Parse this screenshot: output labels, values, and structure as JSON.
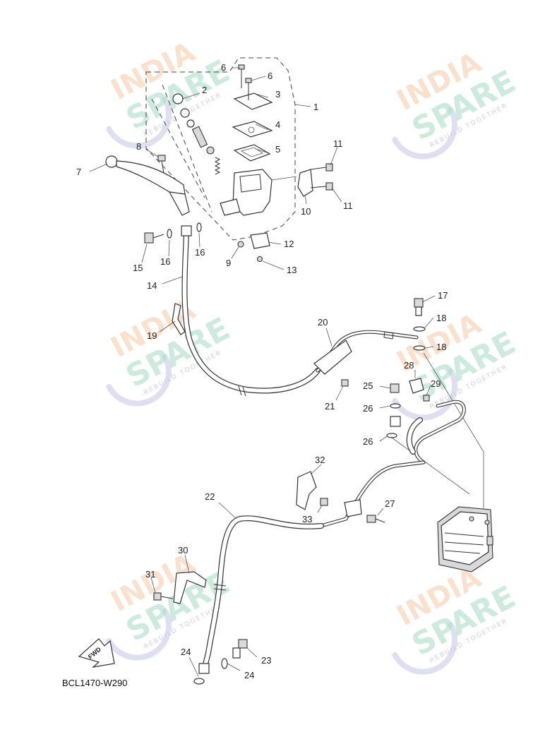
{
  "diagram": {
    "drawing_code": "BCL1470-W290",
    "direction_label": "FWD",
    "watermark": {
      "line1": "INDIA",
      "line2": "SPARE",
      "tagline": "REBUILD TOGETHER"
    },
    "callouts": [
      {
        "id": "c1",
        "text": "1"
      },
      {
        "id": "c2",
        "text": "2"
      },
      {
        "id": "c3",
        "text": "3"
      },
      {
        "id": "c4",
        "text": "4"
      },
      {
        "id": "c5",
        "text": "5"
      },
      {
        "id": "c6a",
        "text": "6"
      },
      {
        "id": "c6b",
        "text": "6"
      },
      {
        "id": "c7",
        "text": "7"
      },
      {
        "id": "c8",
        "text": "8"
      },
      {
        "id": "c9",
        "text": "9"
      },
      {
        "id": "c10",
        "text": "10"
      },
      {
        "id": "c11a",
        "text": "11"
      },
      {
        "id": "c11b",
        "text": "11"
      },
      {
        "id": "c12",
        "text": "12"
      },
      {
        "id": "c13",
        "text": "13"
      },
      {
        "id": "c14",
        "text": "14"
      },
      {
        "id": "c15",
        "text": "15"
      },
      {
        "id": "c16a",
        "text": "16"
      },
      {
        "id": "c16b",
        "text": "16"
      },
      {
        "id": "c17",
        "text": "17"
      },
      {
        "id": "c18a",
        "text": "18"
      },
      {
        "id": "c18b",
        "text": "18"
      },
      {
        "id": "c19",
        "text": "19"
      },
      {
        "id": "c20",
        "text": "20"
      },
      {
        "id": "c21",
        "text": "21"
      },
      {
        "id": "c22",
        "text": "22"
      },
      {
        "id": "c23",
        "text": "23"
      },
      {
        "id": "c24a",
        "text": "24"
      },
      {
        "id": "c24b",
        "text": "24"
      },
      {
        "id": "c25",
        "text": "25"
      },
      {
        "id": "c26a",
        "text": "26"
      },
      {
        "id": "c26b",
        "text": "26"
      },
      {
        "id": "c27",
        "text": "27"
      },
      {
        "id": "c28",
        "text": "28"
      },
      {
        "id": "c29",
        "text": "29"
      },
      {
        "id": "c30",
        "text": "30"
      },
      {
        "id": "c31",
        "text": "31"
      },
      {
        "id": "c32",
        "text": "32"
      },
      {
        "id": "c33",
        "text": "33"
      }
    ]
  }
}
